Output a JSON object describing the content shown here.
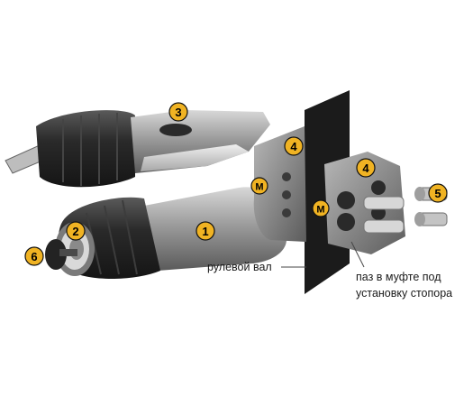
{
  "callouts": {
    "b1": "1",
    "b2": "2",
    "b3": "3",
    "b4a": "4",
    "b4b": "4",
    "b5": "5",
    "b6": "6",
    "m1": "M",
    "m2": "M"
  },
  "labels": {
    "steering_shaft": "рулевой вал",
    "groove_line1": "паз в муфте под",
    "groove_line2": "установку стопора"
  },
  "colors": {
    "badge": "#f0b323",
    "metal": "#9a9a9a",
    "rubber": "#2b2b2b",
    "wall": "#1b1b1b"
  }
}
